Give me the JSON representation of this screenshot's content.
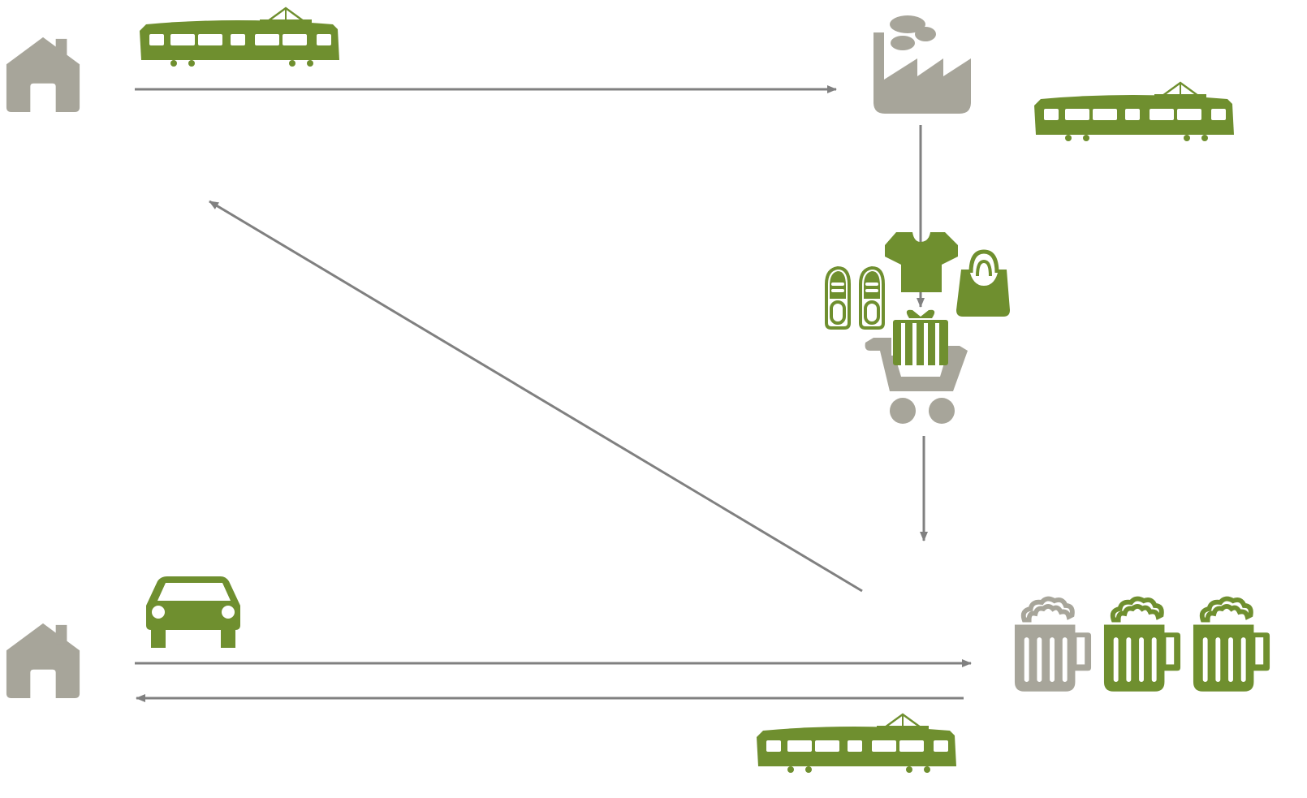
{
  "colors": {
    "green": "#6f8f2f",
    "gray": "#a7a59a",
    "arrow": "#808080",
    "background": "#ffffff"
  },
  "icons": {
    "home_top": "house-icon",
    "home_bottom": "house-icon",
    "factory": "factory-icon",
    "tram_top": "tram-icon",
    "tram_factory": "tram-icon",
    "tram_bottom": "tram-icon",
    "car": "car-icon",
    "shopping_cart": "shopping-cart-icon",
    "tshirt": "tshirt-icon",
    "shoes": "shoes-icon",
    "handbag": "handbag-icon",
    "gift": "gift-icon",
    "beer_mugs": [
      "beer-mug-icon",
      "beer-mug-icon",
      "beer-mug-icon"
    ],
    "beer_mug_colors": [
      "gray",
      "green",
      "green"
    ]
  },
  "flows": [
    {
      "from": "home-top",
      "to": "factory",
      "mode": "tram"
    },
    {
      "from": "factory",
      "to": "shopping",
      "mode": "walk"
    },
    {
      "from": "shopping",
      "to": "pub",
      "mode": "walk"
    },
    {
      "from": "pub",
      "to": "home-top",
      "mode": "unspecified"
    },
    {
      "from": "home-bottom",
      "to": "pub",
      "mode": "car"
    },
    {
      "from": "pub",
      "to": "home-bottom",
      "mode": "tram"
    }
  ]
}
